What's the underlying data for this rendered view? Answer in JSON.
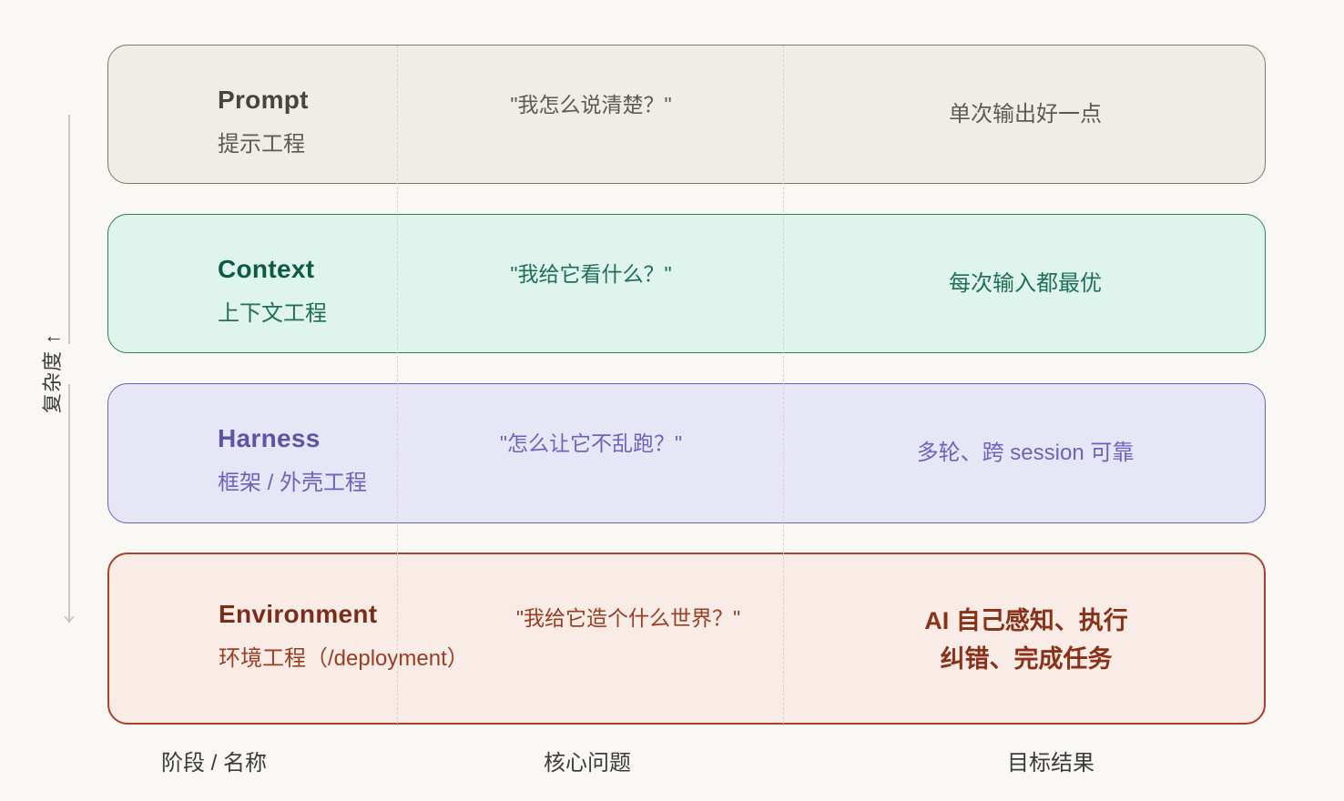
{
  "axis": {
    "label": "复杂度 ↑",
    "line_color": "#c9c7c2"
  },
  "stages": [
    {
      "id": "prompt",
      "name": "Prompt",
      "subtitle": "提示工程",
      "question": "\"我怎么说清楚？\"",
      "goal": "单次输出好一点",
      "colors": {
        "background": "#f0ede6",
        "border": "#7a7873",
        "text": "#5c5a55"
      }
    },
    {
      "id": "context",
      "name": "Context",
      "subtitle": "上下文工程",
      "question": "\"我给它看什么？\"",
      "goal": "每次输入都最优",
      "colors": {
        "background": "#e0f4ee",
        "border": "#2f7e62",
        "text": "#1f6f55"
      }
    },
    {
      "id": "harness",
      "name": "Harness",
      "subtitle": "框架 / 外壳工程",
      "question": "\"怎么让它不乱跑？\"",
      "goal": "多轮、跨 session 可靠",
      "colors": {
        "background": "#e7e6f7",
        "border": "#6a63bd",
        "text": "#6b64be"
      }
    },
    {
      "id": "environment",
      "name": "Environment",
      "subtitle": "环境工程（/deployment）",
      "question": "\"我给它造个什么世界？\"",
      "goal_lines": [
        "AI 自己感知、执行",
        "纠错、完成任务"
      ],
      "colors": {
        "background": "#f9ebe6",
        "border": "#a8422a",
        "text": "#9a3e22"
      }
    }
  ],
  "columns": [
    "阶段 / 名称",
    "核心问题",
    "目标结果"
  ]
}
